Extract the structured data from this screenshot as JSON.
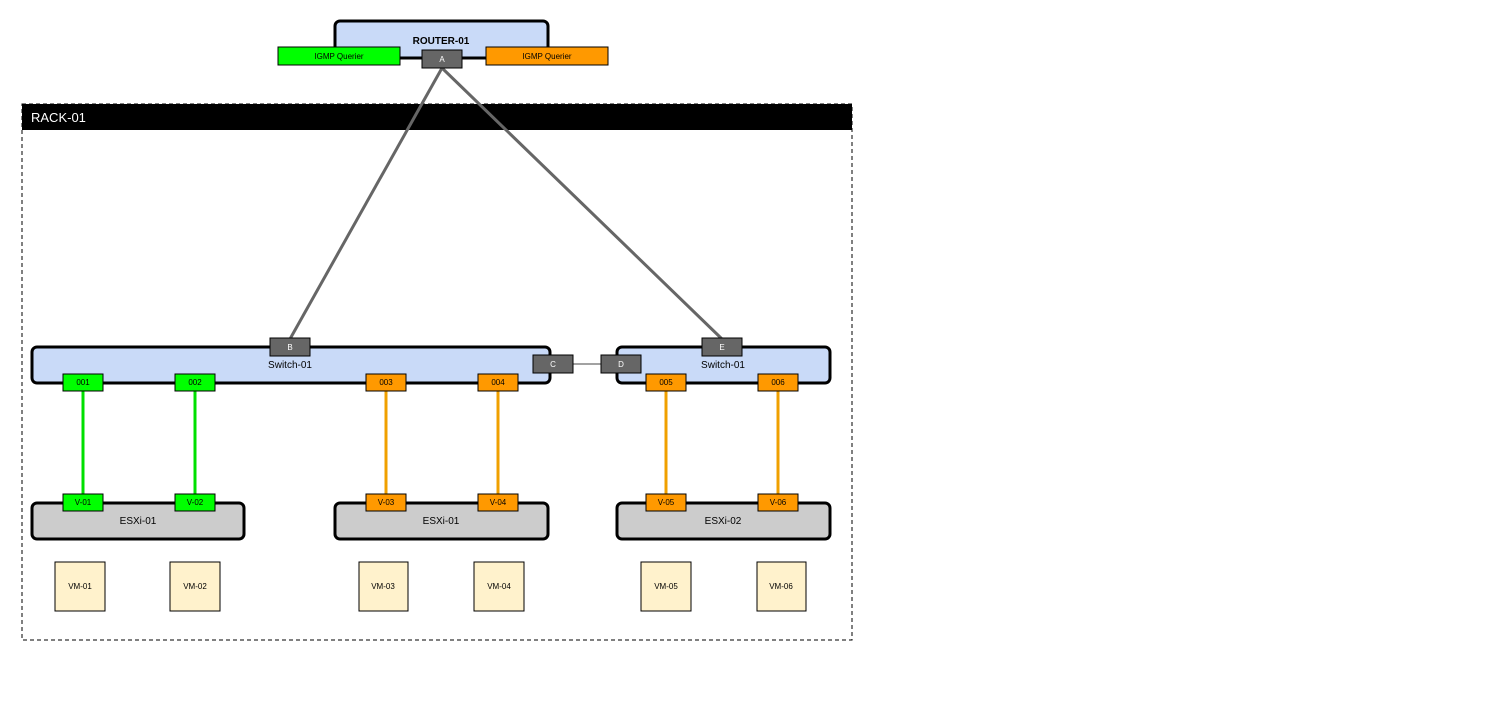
{
  "router": {
    "name": "ROUTER-01",
    "port": "A",
    "queriers": [
      {
        "label": "IGMP Querier",
        "color": "#00ff00"
      },
      {
        "label": "IGMP Querier",
        "color": "#ff9900"
      }
    ]
  },
  "rack": {
    "name": "RACK-01"
  },
  "switches": [
    {
      "name": "Switch-01",
      "uplink": "B",
      "link_port": "C",
      "ports": [
        {
          "label": "001",
          "color": "#00ff00"
        },
        {
          "label": "002",
          "color": "#00ff00"
        },
        {
          "label": "003",
          "color": "#ff9900"
        },
        {
          "label": "004",
          "color": "#ff9900"
        }
      ]
    },
    {
      "name": "Switch-01",
      "uplink": "E",
      "link_port": "D",
      "ports": [
        {
          "label": "005",
          "color": "#ff9900"
        },
        {
          "label": "006",
          "color": "#ff9900"
        }
      ]
    }
  ],
  "hosts": [
    {
      "name": "ESXi-01",
      "ports": [
        {
          "label": "V-01",
          "color": "#00ff00"
        },
        {
          "label": "V-02",
          "color": "#00ff00"
        }
      ]
    },
    {
      "name": "ESXi-01",
      "ports": [
        {
          "label": "V-03",
          "color": "#ff9900"
        },
        {
          "label": "V-04",
          "color": "#ff9900"
        }
      ]
    },
    {
      "name": "ESXi-02",
      "ports": [
        {
          "label": "V-05",
          "color": "#ff9900"
        },
        {
          "label": "V-06",
          "color": "#ff9900"
        }
      ]
    }
  ],
  "vms": [
    "VM-01",
    "VM-02",
    "VM-03",
    "VM-04",
    "VM-05",
    "VM-06"
  ],
  "colors": {
    "device_fill": "#c9daf8",
    "host_fill": "#cccccc",
    "vm_fill": "#fff2cc",
    "port_gray": "#666666",
    "green_link": "#00e000",
    "orange_link": "#f0a000",
    "uplink": "#666666"
  }
}
